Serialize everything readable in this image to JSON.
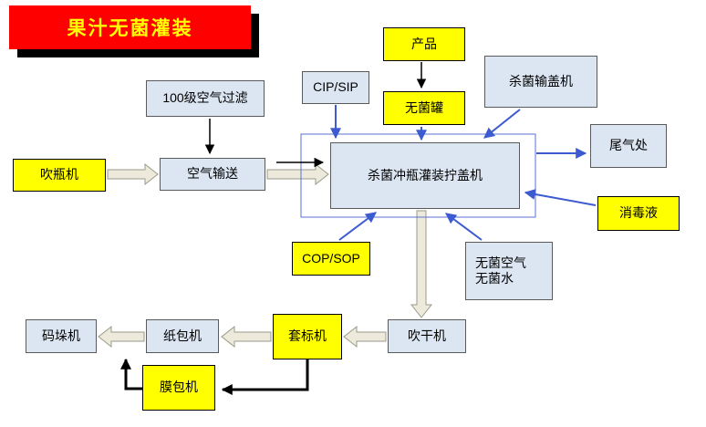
{
  "title": {
    "text": "果汁无菌灌装"
  },
  "nodes": {
    "air_filter": {
      "label": "100级空气过滤"
    },
    "cip_sip": {
      "label": "CIP/SIP"
    },
    "product": {
      "label": "产品"
    },
    "cap_sterilizer": {
      "label": "杀菌输盖机"
    },
    "aseptic_tank": {
      "label": "无菌罐"
    },
    "blow_molder": {
      "label": "吹瓶机"
    },
    "air_conveyor": {
      "label": "空气输送"
    },
    "filler": {
      "label": "杀菌冲瓶灌装拧盖机"
    },
    "exhaust": {
      "label": "尾气处"
    },
    "disinfectant": {
      "label": "消毒液"
    },
    "cop_sop": {
      "label": "COP/SOP"
    },
    "sterile_air_water": {
      "line1": "无菌空气",
      "line2": "无菌水"
    },
    "dryer": {
      "label": "吹干机"
    },
    "sleeve_labeler": {
      "label": "套标机"
    },
    "paper_packer": {
      "label": "纸包机"
    },
    "palletizer": {
      "label": "码垛机"
    },
    "film_wrapper": {
      "label": "膜包机"
    }
  },
  "colors": {
    "title_bg": "#ff0000",
    "title_text": "#ffff00",
    "yellow_node": "#ffff00",
    "light_node": "#dce6f2",
    "blue_arrow": "#3c5bd0",
    "block_arrow_fill": "#eeeadb",
    "black_arrow": "#000000"
  }
}
